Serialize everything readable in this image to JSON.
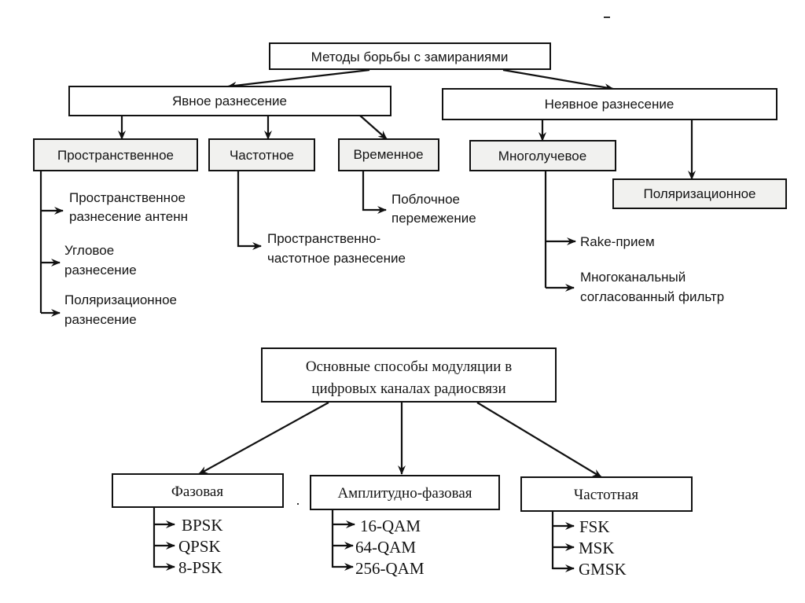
{
  "diagram_fading": {
    "root": "Методы борьбы с замираниями",
    "explicit": {
      "label": "Явное разнесение",
      "children": [
        {
          "label": "Пространственное",
          "items": [
            [
              "Пространственное",
              "разнесение антенн"
            ],
            [
              "Угловое",
              "разнесение"
            ],
            [
              "Поляризационное",
              "разнесение"
            ]
          ]
        },
        {
          "label": "Частотное",
          "items": [
            [
              "Пространственно-",
              "частотное разнесение"
            ]
          ]
        },
        {
          "label": "Временное",
          "items": [
            [
              "Поблочное",
              "перемежение"
            ]
          ]
        }
      ]
    },
    "implicit": {
      "label": "Неявное разнесение",
      "children": [
        {
          "label": "Многолучевое",
          "items": [
            [
              "Rake-прием"
            ],
            [
              "Многоканальный",
              "согласованный фильтр"
            ]
          ]
        },
        {
          "label": "Поляризационное",
          "items": []
        }
      ]
    }
  },
  "diagram_modulation": {
    "root": [
      "Основные способы модуляции в",
      "цифровых каналах радиосвязи"
    ],
    "children": [
      {
        "label": "Фазовая",
        "items": [
          "BPSK",
          "QPSK",
          "8-PSK"
        ]
      },
      {
        "label": "Амплитудно-фазовая",
        "items": [
          "16-QAM",
          "64-QAM",
          "256-QAM"
        ]
      },
      {
        "label": "Частотная",
        "items": [
          "FSK",
          "MSK",
          "GMSK"
        ]
      }
    ]
  },
  "colors": {
    "ink": "#141414",
    "background": "#ffffff",
    "shaded_box": "#f1f1ef"
  }
}
